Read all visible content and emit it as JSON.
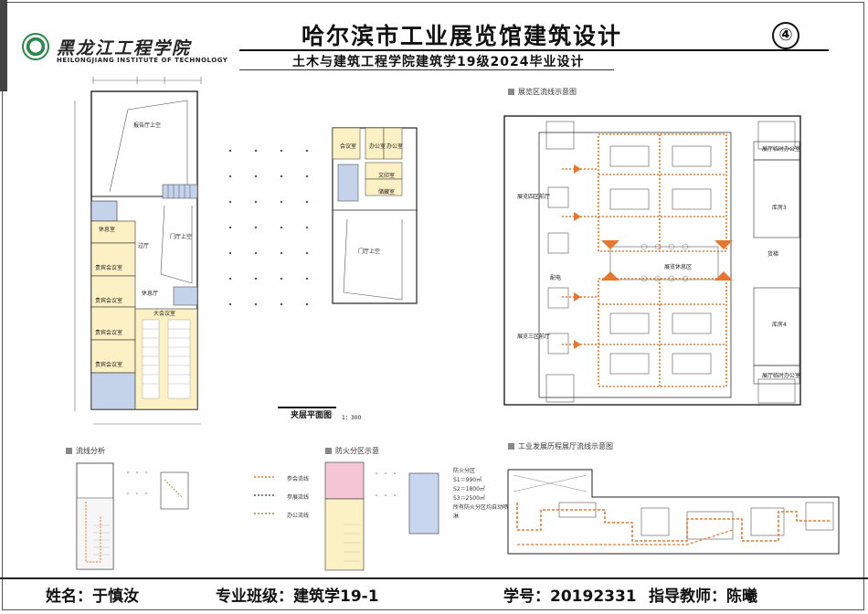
{
  "header": {
    "school_cn": "黑龙江工程学院",
    "school_en": "HEILONGJIANG INSTITUTE OF TECHNOLOGY",
    "title": "哈尔滨市工业展览馆建筑设计",
    "sheet_number": "④",
    "subtitle": "土木与建筑工程学院建筑学19级2024毕业设计"
  },
  "mezzanine_plan": {
    "caption": "夹层平面图",
    "scale": "1：300",
    "rooms": {
      "lobby_upper": "报告厅上空",
      "stair_room": "休息室",
      "corridor": "过厅",
      "entry_upper": "门厅上空",
      "meeting1": "贵宾会议室",
      "meeting2": "贵宾会议室",
      "meeting3": "贵宾会议室",
      "meeting4": "贵宾会议室",
      "hall": "休息厅",
      "conference": "大会议室"
    },
    "right_rooms": {
      "r1": "会议室",
      "r2": "办公室",
      "r3": "办公室",
      "r4": "文印室",
      "r5": "储藏室",
      "entry_upper": "门厅上空"
    }
  },
  "exhibit_flow": {
    "section_title": "展览区流线示意图",
    "labels": {
      "hall_west1": "展览四区前厅",
      "hall_west2": "展览三区前厅",
      "rest_area": "展览休息区",
      "office_top": "展厅临时办公室",
      "office_bottom": "展厅临时办公室",
      "store3": "库房3",
      "store4": "库房4",
      "elevator": "货梯",
      "kitchen": "配电"
    }
  },
  "flow_analysis": {
    "section_title": "流线分析",
    "legend": [
      {
        "label": "参会流线",
        "color": "#e8772e"
      },
      {
        "label": "参展流线",
        "color": "#4a5a8a"
      },
      {
        "label": "办公流线",
        "color": "#7aa83a"
      }
    ]
  },
  "fire_zone": {
    "section_title": "防火分区示意",
    "notes_title": "防火分区",
    "notes": [
      "S1＝990㎡",
      "S2＝1800㎡",
      "S3＝2500㎡",
      "所有防火分区均自动喷",
      "淋"
    ],
    "colors": {
      "zone1": "#f5c6d6",
      "zone2": "#c8d6ef"
    }
  },
  "history_flow": {
    "section_title": "工业发展历程展厅流线示意图"
  },
  "footer": {
    "name": "姓名：于慎汝",
    "class": "专业班级：建筑学19-1",
    "student_id": "学号：20192331",
    "advisor": "指导教师：陈曦"
  },
  "colors": {
    "accent": "#e8772e",
    "blue_room": "#c5d3ea",
    "yellow_room": "#fbf1c4"
  }
}
